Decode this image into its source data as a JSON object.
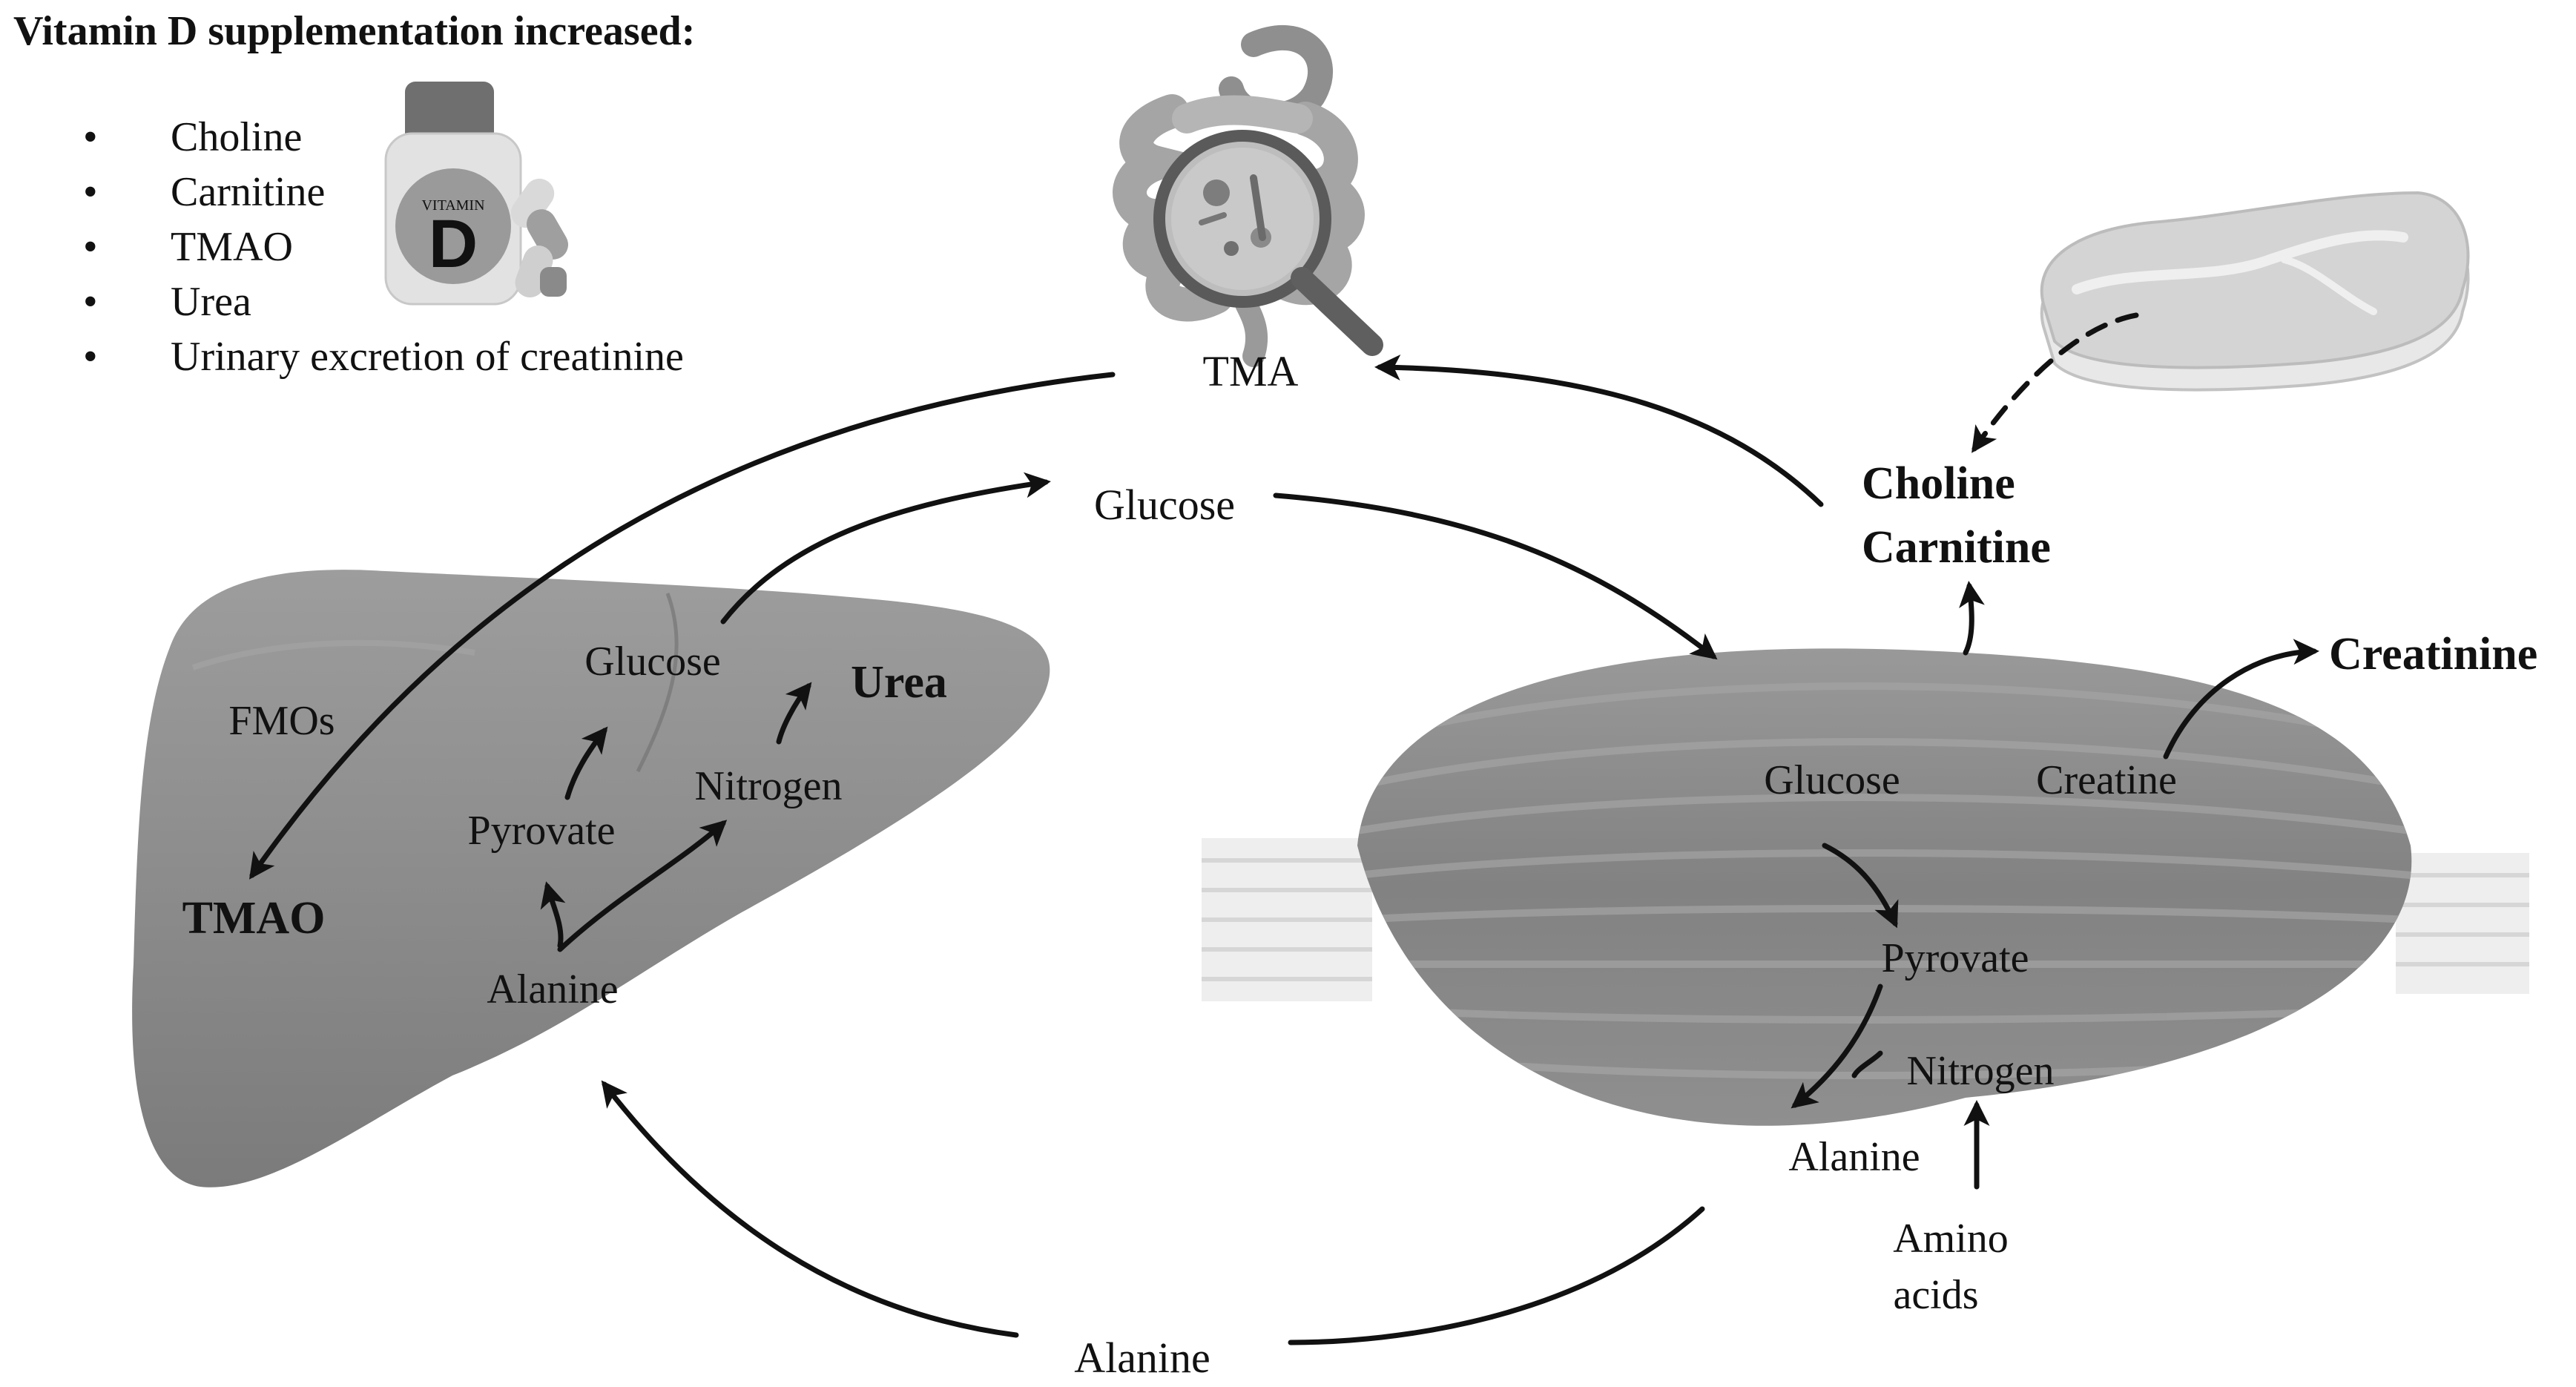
{
  "header": {
    "title": "Vitamin D supplementation increased:",
    "bullets": [
      "Choline",
      "Carnitine",
      "TMAO",
      "Urea",
      "Urinary excretion of creatinine"
    ]
  },
  "bottle": {
    "label": "VITAMIN",
    "letter": "D"
  },
  "labels": {
    "tma": "TMA",
    "glucose_top": "Glucose",
    "choline": "Choline",
    "carnitine": "Carnitine",
    "creatinine": "Creatinine",
    "alanine_bottom": "Alanine",
    "liver": {
      "fmos": "FMOs",
      "tmao": "TMAO",
      "glucose": "Glucose",
      "urea": "Urea",
      "pyrovate": "Pyrovate",
      "nitrogen": "Nitrogen",
      "alanine": "Alanine"
    },
    "muscle": {
      "glucose": "Glucose",
      "creatine": "Creatine",
      "pyrovate": "Pyrovate",
      "nitrogen": "Nitrogen",
      "alanine": "Alanine",
      "amino_1": "Amino",
      "amino_2": "acids"
    }
  },
  "colors": {
    "liver": "#8e8e8e",
    "muscle": "#8a8a8a",
    "arrow": "#111111",
    "steak": "#d6d6d6"
  }
}
